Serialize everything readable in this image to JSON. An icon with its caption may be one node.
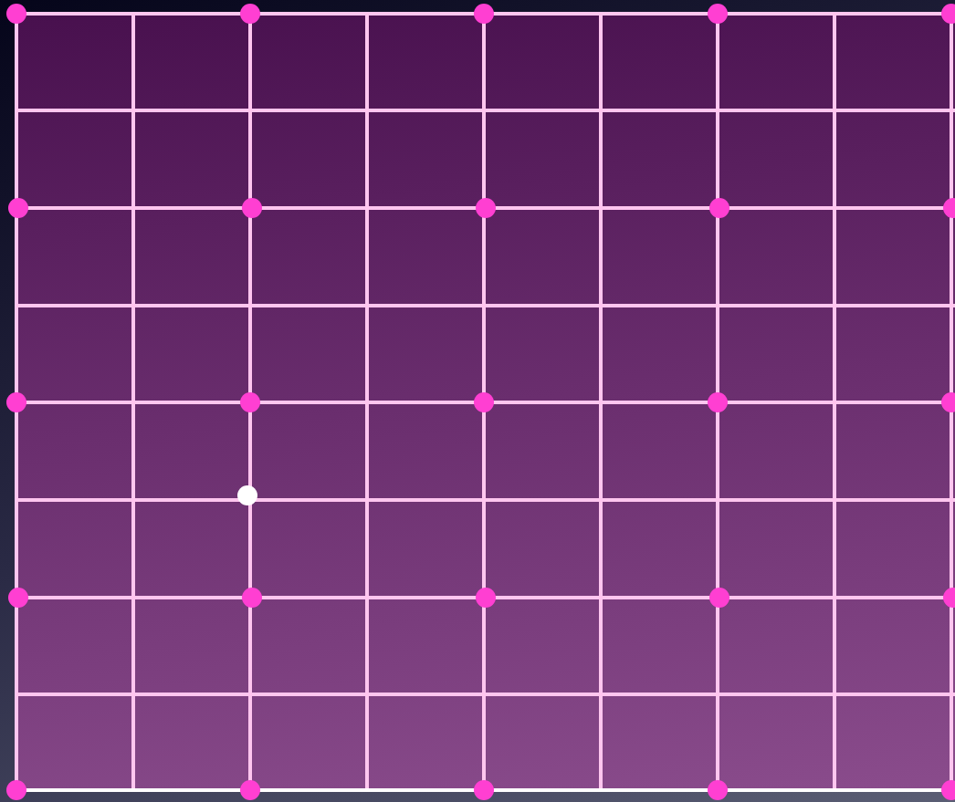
{
  "diagram": {
    "nodes": [
      {
        "text": [],
        "shape": "circle"
      },
      {
        "text": [],
        "shape": "circle"
      },
      {
        "text": [],
        "shape": "circle"
      },
      {
        "text": [],
        "shape": "circle"
      },
      {
        "text": [],
        "shape": "circle"
      },
      {
        "text": [],
        "shape": "circle"
      },
      {
        "text": [],
        "shape": "circle"
      },
      {
        "text": [],
        "shape": "circle"
      },
      {
        "text": [],
        "shape": "circle"
      },
      {
        "text": [],
        "shape": "circle"
      },
      {
        "text": [],
        "shape": "circle"
      },
      {
        "text": [],
        "shape": "circle"
      },
      {
        "text": [],
        "shape": "circle"
      },
      {
        "text": [],
        "shape": "circle"
      },
      {
        "text": [],
        "shape": "circle"
      },
      {
        "text": [],
        "shape": "circle"
      },
      {
        "text": [],
        "shape": "circle"
      },
      {
        "text": [],
        "shape": "circle"
      },
      {
        "text": [],
        "shape": "circle"
      },
      {
        "text": [],
        "shape": "circle"
      },
      {
        "text": [],
        "shape": "circle"
      },
      {
        "text": [],
        "shape": "circle"
      },
      {
        "text": [],
        "shape": "circle"
      },
      {
        "text": [],
        "shape": "circle"
      },
      {
        "text": [],
        "shape": "circle"
      },
      {
        "text": [],
        "shape": "circle"
      }
    ]
  }
}
